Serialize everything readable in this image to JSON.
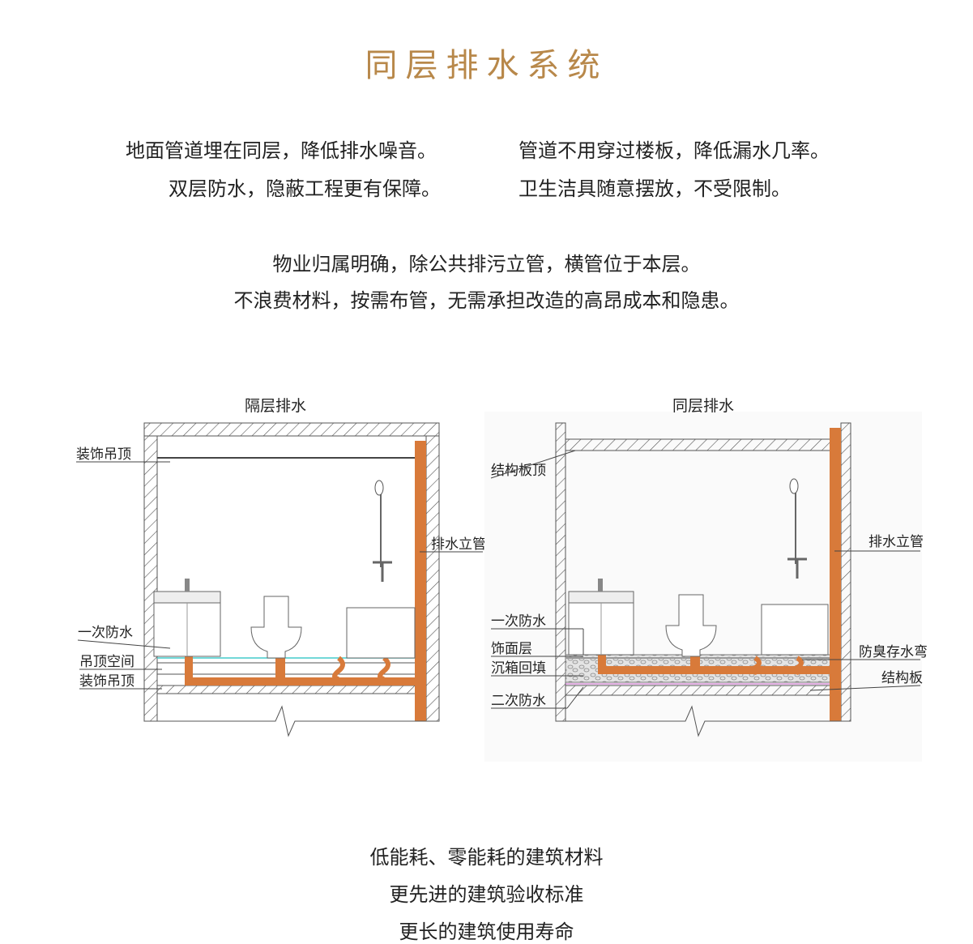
{
  "title": "同层排水系统",
  "features": {
    "row1_left": "地面管道埋在同层，降低排水噪音。",
    "row1_right": "管道不用穿过楼板，降低漏水几率。",
    "row2_left": "双层防水，隐蔽工程更有保障。",
    "row2_right": "卫生洁具随意摆放，不受限制。",
    "row3": "物业归属明确，除公共排污立管，横管位于本层。",
    "row4": "不浪费材料，按需布管，无需承担改造的高昂成本和隐患。"
  },
  "left_diagram": {
    "title": "隔层排水",
    "labels": [
      "装饰吊顶",
      "排水立管",
      "一次防水",
      "吊顶空间",
      "装饰吊顶"
    ]
  },
  "right_diagram": {
    "title": "同层排水",
    "labels": [
      "结构板顶",
      "排水立管",
      "一次防水",
      "饰面层",
      "沉箱回填",
      "防臭存水弯",
      "结构板",
      "二次防水"
    ]
  },
  "bottom": {
    "line1": "低能耗、零能耗的建筑材料",
    "line2": "更先进的建筑验收标准",
    "line3": "更长的建筑使用寿命"
  },
  "colors": {
    "title": "#b8884a",
    "pipe": "#d87a3a",
    "wall": "#555555",
    "fill_layer": "#cfcfcf"
  }
}
